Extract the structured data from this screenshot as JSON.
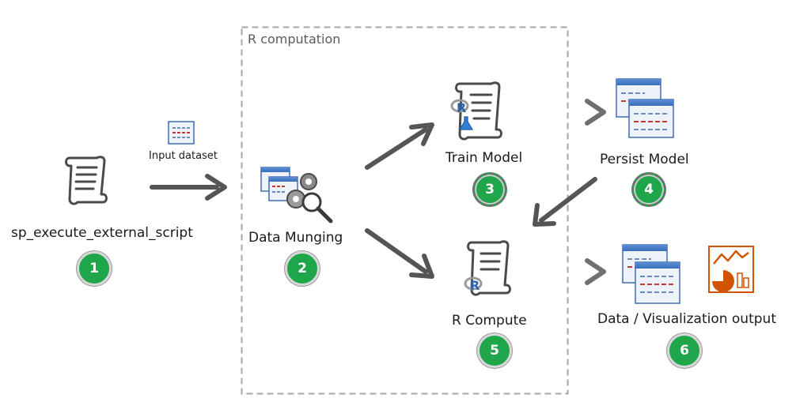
{
  "region": {
    "label": "R computation"
  },
  "nodes": [
    {
      "id": "script",
      "label": "sp_execute_external_script",
      "step": "1",
      "icon": "scroll-icon"
    },
    {
      "id": "munging",
      "label": "Data Munging",
      "step": "2",
      "icon": "gears-magnifier-icon"
    },
    {
      "id": "train",
      "label": "Train Model",
      "step": "3",
      "icon": "scroll-r-flask-icon"
    },
    {
      "id": "persist",
      "label": "Persist Model",
      "step": "4",
      "icon": "tables-icon"
    },
    {
      "id": "compute",
      "label": "R Compute",
      "step": "5",
      "icon": "scroll-r-icon"
    },
    {
      "id": "output",
      "label": "Data / Visualization output",
      "step": "6",
      "icon": "tables-chart-icon"
    }
  ],
  "edges": [
    {
      "from": "script",
      "to": "munging",
      "label": "Input dataset"
    },
    {
      "from": "munging",
      "to": "train",
      "label": ""
    },
    {
      "from": "munging",
      "to": "compute",
      "label": ""
    },
    {
      "from": "train",
      "to": "persist",
      "label": ""
    },
    {
      "from": "persist",
      "to": "compute",
      "label": ""
    },
    {
      "from": "compute",
      "to": "output",
      "label": ""
    }
  ],
  "colors": {
    "badge": "#1fa64a",
    "arrow": "#555555",
    "accent": "#c0392b",
    "chart": "#d35400"
  }
}
